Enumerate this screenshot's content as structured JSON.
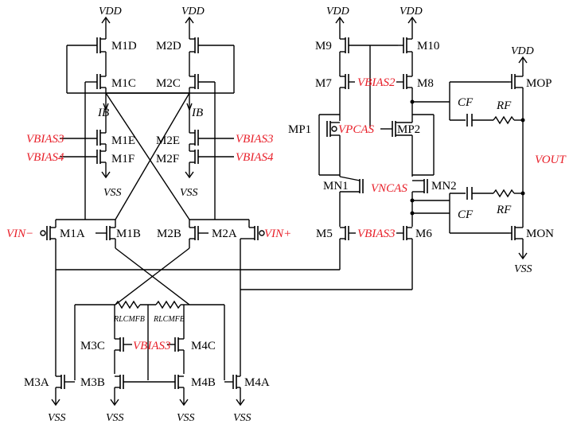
{
  "supply": {
    "vdd": "VDD",
    "vss": "VSS"
  },
  "transistors": {
    "m1d": "M1D",
    "m2d": "M2D",
    "m1c": "M1C",
    "m2c": "M2C",
    "m1e": "M1E",
    "m2e": "M2E",
    "m1f": "M1F",
    "m2f": "M2F",
    "m1a": "M1A",
    "m1b": "M1B",
    "m2b": "M2B",
    "m2a": "M2A",
    "m3c": "M3C",
    "m4c": "M4C",
    "m3a": "M3A",
    "m3b": "M3B",
    "m4b": "M4B",
    "m4a": "M4A",
    "m9": "M9",
    "m10": "M10",
    "m7": "M7",
    "m8": "M8",
    "mp1": "MP1",
    "mp2": "MP2",
    "mn1": "MN1",
    "mn2": "MN2",
    "m5": "M5",
    "m6": "M6",
    "mop": "MOP",
    "mon": "MON"
  },
  "signals": {
    "vbias3": "VBIAS3",
    "vbias4": "VBIAS4",
    "vbias2": "VBIAS2",
    "vpcas": "VPCAS",
    "vncas": "VNCAS",
    "vin_minus": "VIN−",
    "vin_plus": "VIN+",
    "vout": "VOUT"
  },
  "passives": {
    "ib": "IB",
    "cf": "CF",
    "rf": "RF",
    "rlcmfb": "RLCMFB"
  },
  "colors": {
    "signal": "#e8202a",
    "wire": "#000000"
  }
}
